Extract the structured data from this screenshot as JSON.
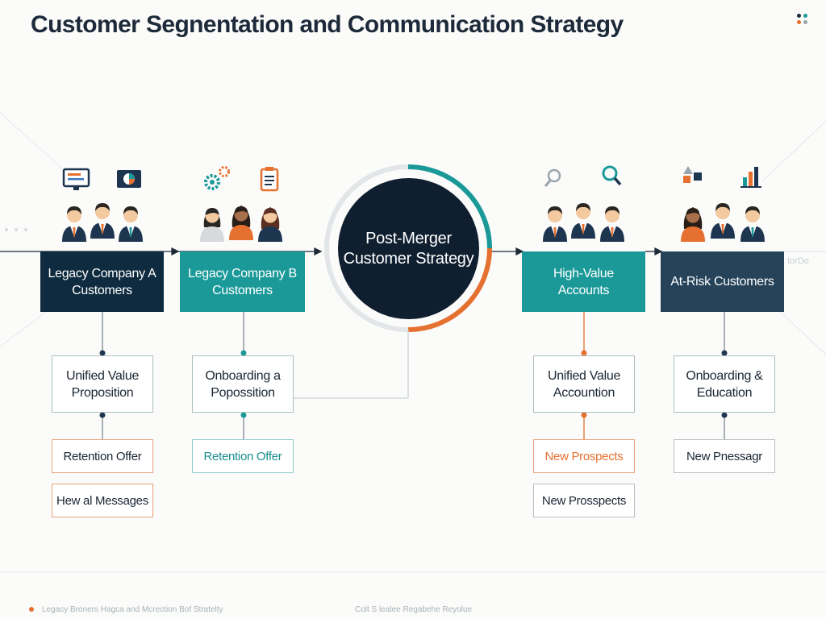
{
  "title": "Customer Segnentation and Communication Strategy",
  "hub": {
    "label": "Post-Merger Customer Strategy"
  },
  "segments": [
    {
      "label": "Legacy Company A Customers",
      "style": "dark"
    },
    {
      "label": "Legacy Company B Customers",
      "style": "teal"
    },
    {
      "label": "High-Value Accounts",
      "style": "teal"
    },
    {
      "label": "At-Risk Customers",
      "style": "slate"
    }
  ],
  "cards": [
    "Unified Value Proposition",
    "Onboarding a Popossition",
    "Unified Value Accountion",
    "Onboarding & Education"
  ],
  "tags": [
    "Retention Offer",
    "Hew al Messages",
    "Retention Offer",
    "New Prospects",
    "New Prosspects",
    "New Pnessagr"
  ],
  "footer": {
    "left": "Legacy Broners Hagca and Mcrection Bof Stratelty",
    "center": "Colt S lealee Regabehe Reyolue"
  },
  "side_note": "torDo",
  "colors": {
    "navy": "#0f2b3f",
    "teal": "#1b9999",
    "slate": "#264359",
    "orange": "#e5702f",
    "hub": "#0f1f30"
  },
  "icons": [
    "monitor-icon",
    "pie-chart-icon",
    "gear-icon",
    "clipboard-icon",
    "magnifier-icon",
    "bar-chart-icon",
    "shapes-icon",
    "menu-dots-icon"
  ]
}
